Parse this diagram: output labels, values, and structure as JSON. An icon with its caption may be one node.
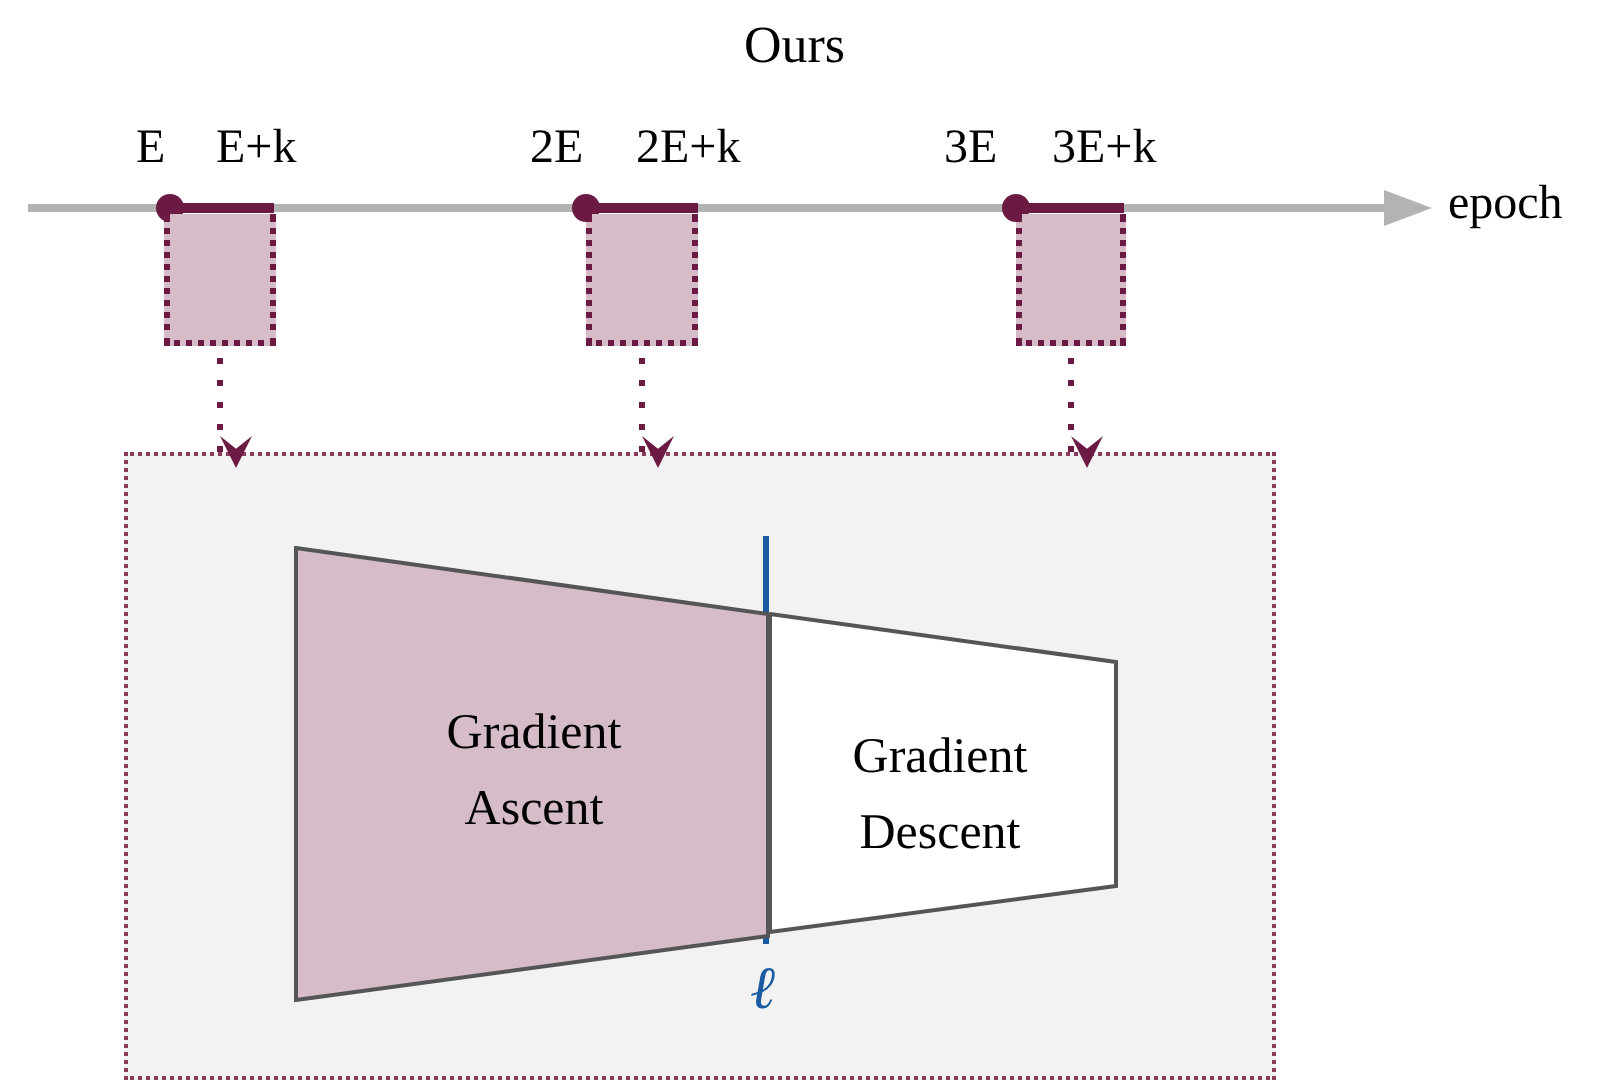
{
  "diagram": {
    "title": "Ours",
    "nodes": [
      {
        "text": [],
        "shape": "box"
      },
      {
        "text": [],
        "shape": "box"
      },
      {
        "text": [],
        "shape": "box"
      },
      {
        "text": [],
        "shape": "box"
      },
      {
        "text": [
          "Gradient Ascent"
        ],
        "in": 3
      },
      {
        "text": [
          "Gradient Descent"
        ],
        "in": 3
      }
    ],
    "edges": [
      {
        "from": 0,
        "to": 3,
        "arrow": "to",
        "style": "dashed"
      },
      {
        "from": 1,
        "to": 3,
        "arrow": "to",
        "style": "dashed"
      },
      {
        "from": 2,
        "to": 3,
        "arrow": "to",
        "style": "dashed"
      }
    ],
    "labels": [
      "E",
      "E+k",
      "2E",
      "2E+k",
      "3E",
      "3E+k",
      "epoch",
      "ℓ"
    ]
  }
}
